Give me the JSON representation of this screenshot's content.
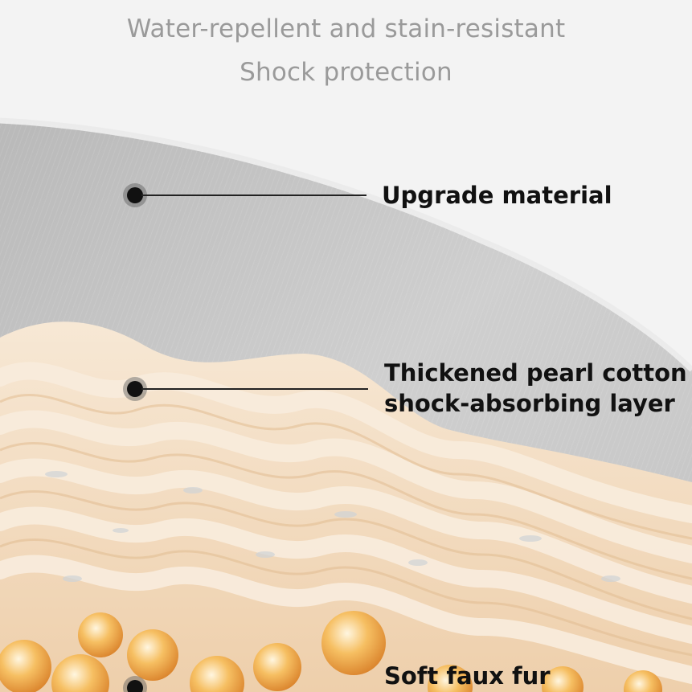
{
  "taglines": {
    "line1": "Water-repellent and stain-resistant",
    "line2": "Shock protection"
  },
  "callouts": [
    {
      "label_lines": [
        "Upgrade material"
      ]
    },
    {
      "label_lines": [
        "Thickened pearl cotton",
        "shock-absorbing layer"
      ]
    },
    {
      "label_lines": [
        "Soft faux fur"
      ]
    }
  ],
  "colors": {
    "background": "#f3f3f3",
    "outer_shell": "#c8c8c8",
    "pearl_cotton": "#f3dcc0",
    "faux_fur_beads": "#f0a640",
    "label_text": "#111111",
    "tagline_text": "#9a9a9a"
  }
}
